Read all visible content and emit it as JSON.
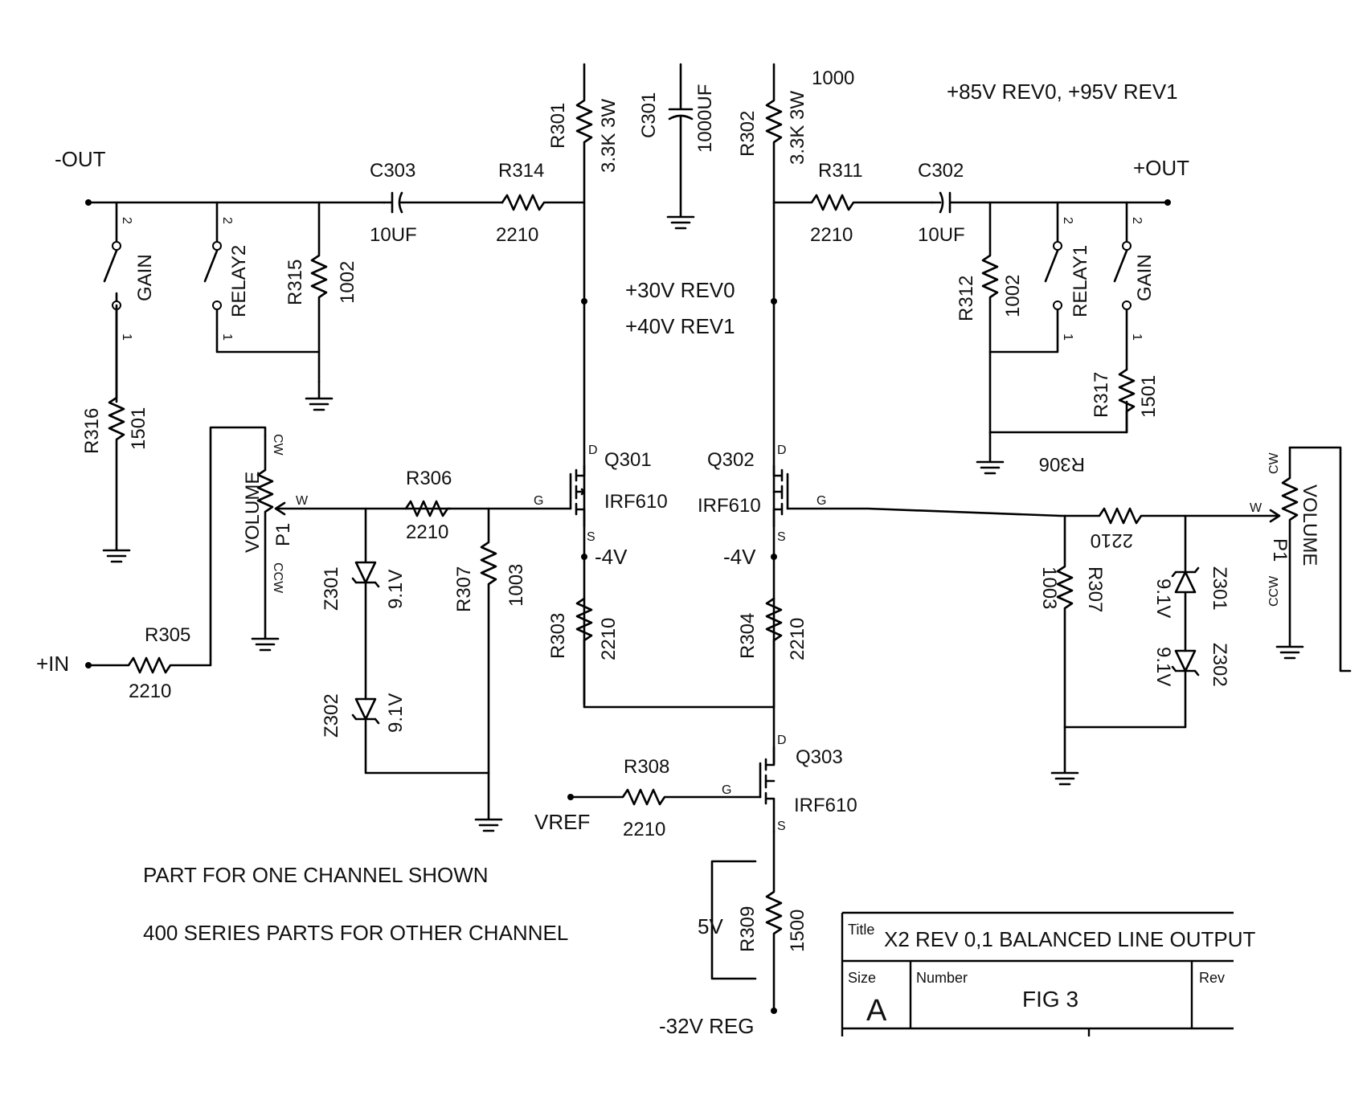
{
  "supplies": {
    "hv": "+85V REV0, +95V REV1",
    "lv_rev0": "+30V REV0",
    "lv_rev1": "+40V REV1",
    "neg4_left": "-4V",
    "neg4_right": "-4V",
    "neg32": "-32V REG",
    "five_v": "5V",
    "hv_value": "1000"
  },
  "ports": {
    "out_neg": "-OUT",
    "out_pos": "+OUT",
    "in_pos": "+IN",
    "vref": "VREF"
  },
  "components": {
    "r301": {
      "ref": "R301",
      "value": "3.3K 3W"
    },
    "r302": {
      "ref": "R302",
      "value": "3.3K 3W"
    },
    "c301": {
      "ref": "C301",
      "value": "1000UF"
    },
    "c303": {
      "ref": "C303",
      "value": "10UF"
    },
    "c302": {
      "ref": "C302",
      "value": "10UF"
    },
    "r314": {
      "ref": "R314",
      "value": "2210"
    },
    "r311": {
      "ref": "R311",
      "value": "2210"
    },
    "r315": {
      "ref": "R315",
      "value": "1002"
    },
    "r312": {
      "ref": "R312",
      "value": "1002"
    },
    "r316": {
      "ref": "R316",
      "value": "1501"
    },
    "r317": {
      "ref": "R317",
      "value": "1501"
    },
    "gain_left": {
      "ref": "GAIN"
    },
    "gain_right": {
      "ref": "GAIN"
    },
    "relay2": {
      "ref": "RELAY2"
    },
    "relay1": {
      "ref": "RELAY1"
    },
    "p1_left": {
      "ref": "P1",
      "label": "VOLUME"
    },
    "p1_right": {
      "ref": "P1",
      "label": "VOLUME"
    },
    "r306_left": {
      "ref": "R306",
      "value": "2210"
    },
    "r306_right": {
      "ref": "R306",
      "value": "2210"
    },
    "r307_left": {
      "ref": "R307",
      "value": "1003"
    },
    "r307_right": {
      "ref": "R307",
      "value": "1003"
    },
    "z301_left": {
      "ref": "Z301",
      "value": "9.1V"
    },
    "z302_left": {
      "ref": "Z302",
      "value": "9.1V"
    },
    "z301_right": {
      "ref": "Z301",
      "value": "9.1V"
    },
    "z302_right": {
      "ref": "Z302",
      "value": "9.1V"
    },
    "q301": {
      "ref": "Q301",
      "part": "IRF610"
    },
    "q302": {
      "ref": "Q302",
      "part": "IRF610"
    },
    "q303": {
      "ref": "Q303",
      "part": "IRF610"
    },
    "r303": {
      "ref": "R303",
      "value": "2210"
    },
    "r304": {
      "ref": "R304",
      "value": "2210"
    },
    "r305": {
      "ref": "R305",
      "value": "2210"
    },
    "r308": {
      "ref": "R308",
      "value": "2210"
    },
    "r309": {
      "ref": "R309",
      "value": "1500"
    }
  },
  "pins": {
    "d": "D",
    "g": "G",
    "s": "S",
    "w": "W",
    "p2": "2",
    "p1": "1",
    "ccw": "CCW",
    "cw": "CW"
  },
  "notes": {
    "line1": "PART FOR ONE CHANNEL SHOWN",
    "line2": "400 SERIES PARTS FOR OTHER CHANNEL"
  },
  "title_block": {
    "title_label": "Title",
    "title": "X2 REV 0,1 BALANCED LINE OUTPUT",
    "size_label": "Size",
    "size": "A",
    "number_label": "Number",
    "number": "FIG 3",
    "rev_label": "Rev"
  }
}
